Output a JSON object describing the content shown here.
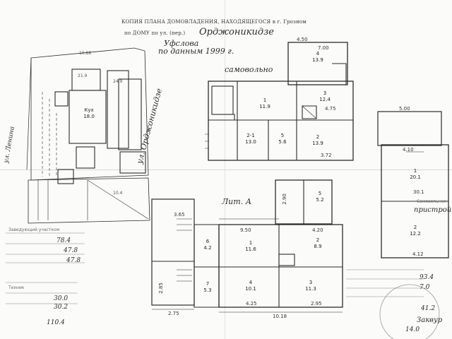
{
  "header": {
    "line1": "КОПИЯ ПЛАНА ДОМОВЛАДЕНИЯ, НАХОДЯЩЕГОСЯ в г. Грозном",
    "line2": "по ДОМУ по ул. (пер.)",
    "street_handwritten": "Орджоникидзе"
  },
  "handwritten": {
    "note1": "Уфслова",
    "note2": "по данным 1999 г.",
    "note3": "самовольно",
    "street_vertical": "ул. Орджоникидзе",
    "litera_a": "Лит. А"
  },
  "left_stamp": {
    "line1": "Заведующий участком",
    "line2": "Техник",
    "values": [
      "78.4",
      "47.8",
      "47.8",
      "30.0",
      "30.2",
      "110.4"
    ]
  },
  "right_stamp": {
    "line1": "Самовольная",
    "line2": "пристройка",
    "values": [
      "93.4",
      "7.0",
      "41.2",
      "14.0"
    ],
    "signature": "Заквур"
  },
  "top_wing_rooms": [
    {
      "id": "room-1",
      "num": "1",
      "area": "11.9"
    },
    {
      "id": "room-2",
      "num": "2",
      "area": "13.9"
    },
    {
      "id": "room-2-1",
      "num": "2-1",
      "area": "13.0"
    },
    {
      "id": "room-3",
      "num": "3",
      "area": "12.4"
    },
    {
      "id": "room-4",
      "num": "4",
      "area": "13.9"
    },
    {
      "id": "room-5",
      "num": "5",
      "area": "5.6"
    }
  ],
  "lower_wing_rooms": [
    {
      "id": "room-lw-1",
      "num": "1",
      "area": "11.6"
    },
    {
      "id": "room-lw-2",
      "num": "2",
      "area": "8.9"
    },
    {
      "id": "room-lw-3",
      "num": "3",
      "area": "11.3"
    },
    {
      "id": "room-lw-4",
      "num": "4",
      "area": "10.1"
    },
    {
      "id": "room-lw-5",
      "num": "5",
      "area": "5.2"
    },
    {
      "id": "room-lw-6",
      "num": "6",
      "area": "4.2"
    },
    {
      "id": "room-lw-7",
      "num": "7",
      "area": "5.3"
    }
  ],
  "right_annex_rooms": [
    {
      "id": "room-r-1",
      "num": "1",
      "area": "20.1"
    },
    {
      "id": "room-r-2",
      "num": "2",
      "area": "12.2"
    }
  ],
  "dimensions": {
    "d1": "4.50",
    "d2": "7.00",
    "d3": "9.50",
    "d4": "4.20",
    "d5": "10.18",
    "d6": "2.75",
    "d7": "4.25",
    "d8": "2.95",
    "d9": "4.10",
    "d10": "4.12",
    "d11": "3.65",
    "d12": "2.90",
    "d13": "3.72",
    "d14": "30.1",
    "d15": "5.00",
    "d16": "2.85",
    "d17": "4.75"
  },
  "left_yard": {
    "label1": "Кух",
    "label2": "18.0",
    "label3": "21.9",
    "label4": "24.9",
    "label5": "ул. Ленина",
    "label6": "10.88",
    "label7": "10.4"
  }
}
